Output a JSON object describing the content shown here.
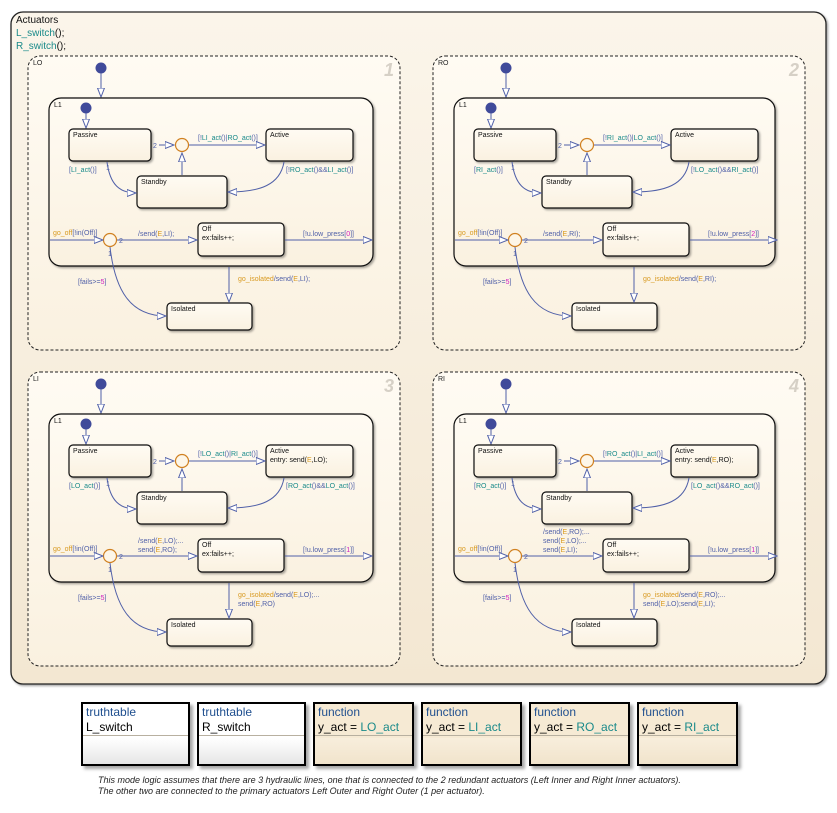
{
  "chart": {
    "title": "Actuators",
    "entry_actions": [
      "L_switch",
      "R_switch"
    ],
    "entry_suffix": "();"
  },
  "colors": {
    "background": "#f4e9d6",
    "state_fill": "#fdf6e8",
    "transition": "#5060a8",
    "junction": "#d08020",
    "event": "#d89a20",
    "function_call": "#1a8a8a",
    "number": "#d020c0",
    "order_number": "#d6d0c6"
  },
  "regions": [
    {
      "name": "LO",
      "order": "1",
      "substate": "L1",
      "passive_guard": "[LI_act()]",
      "to_active_guard": "[!LI_act()|RO_act()]",
      "active_label": "Active",
      "active_entry": "",
      "active_to_standby_guard": "[!RO_act()&&LI_act()]",
      "go_off_event": "go_off",
      "go_off_guard": "[!in(Off)]",
      "off_action_lines": [
        "/send(E,LI);"
      ],
      "low_press_guard": "[!u.low_press[0]]",
      "fails_guard": "[fails>=5]",
      "isolate_lines": [
        "go_isolated/send(E,LI);"
      ]
    },
    {
      "name": "RO",
      "order": "2",
      "substate": "L1",
      "passive_guard": "[RI_act()]",
      "to_active_guard": "[!RI_act()|LO_act()]",
      "active_label": "Active",
      "active_entry": "",
      "active_to_standby_guard": "[!LO_act()&&RI_act()]",
      "go_off_event": "go_off",
      "go_off_guard": "[!in(Off)]",
      "off_action_lines": [
        "/send(E,RI);"
      ],
      "low_press_guard": "[!u.low_press[2]]",
      "fails_guard": "[fails>=5]",
      "isolate_lines": [
        "go_isolated/send(E,RI);"
      ]
    },
    {
      "name": "LI",
      "order": "3",
      "substate": "L1",
      "passive_guard": "[LO_act()]",
      "to_active_guard": "[!LO_act()|RI_act()]",
      "active_label": "Active",
      "active_entry": "entry: send(E,LO);",
      "active_to_standby_guard": "[RO_act()&&LO_act()]",
      "go_off_event": "go_off",
      "go_off_guard": "[!in(Off)]",
      "off_action_lines": [
        "/send(E,LO);...",
        "send(E,RO);"
      ],
      "low_press_guard": "[!u.low_press[1]]",
      "fails_guard": "[fails>=5]",
      "isolate_lines": [
        "go_isolated/send(E,LO);...",
        "send(E,RO)"
      ]
    },
    {
      "name": "RI",
      "order": "4",
      "substate": "L1",
      "passive_guard": "[RO_act()]",
      "to_active_guard": "[!RO_act()|LI_act()]",
      "active_label": "Active",
      "active_entry": "entry: send(E,RO);",
      "active_to_standby_guard": "[LO_act()&&RO_act()]",
      "go_off_event": "go_off",
      "go_off_guard": "[!in(Off)]",
      "off_action_lines": [
        "/send(E,RO);...",
        "send(E,LO);...",
        "send(E,LI);"
      ],
      "low_press_guard": "[!u.low_press[1]]",
      "fails_guard": "[fails>=5]",
      "isolate_lines": [
        "go_isolated/send(E,RO);...",
        "send(E,LO);send(E,LI);"
      ]
    }
  ],
  "state_labels": {
    "passive": "Passive",
    "standby": "Standby",
    "off": "Off",
    "off_exit": "ex:fails++;",
    "isolated": "Isolated"
  },
  "junction_orders": {
    "one": "1",
    "two": "2"
  },
  "functions": [
    {
      "kind": "truthtable",
      "name": "L_switch",
      "prefix": "",
      "value": ""
    },
    {
      "kind": "truthtable",
      "name": "R_switch",
      "prefix": "",
      "value": ""
    },
    {
      "kind": "function",
      "name": "",
      "prefix": "y_act = ",
      "value": "LO_act"
    },
    {
      "kind": "function",
      "name": "",
      "prefix": "y_act = ",
      "value": "LI_act"
    },
    {
      "kind": "function",
      "name": "",
      "prefix": "y_act = ",
      "value": "RO_act"
    },
    {
      "kind": "function",
      "name": "",
      "prefix": "y_act = ",
      "value": "RI_act"
    }
  ],
  "note": {
    "line1": "This mode logic assumes that there are 3 hydraulic lines, one that is connected to the 2 redundant actuators (Left Inner and Right Inner actuators).",
    "line2": "The other two are connected to the primary actuators Left Outer and Right Outer (1 per actuator)."
  }
}
